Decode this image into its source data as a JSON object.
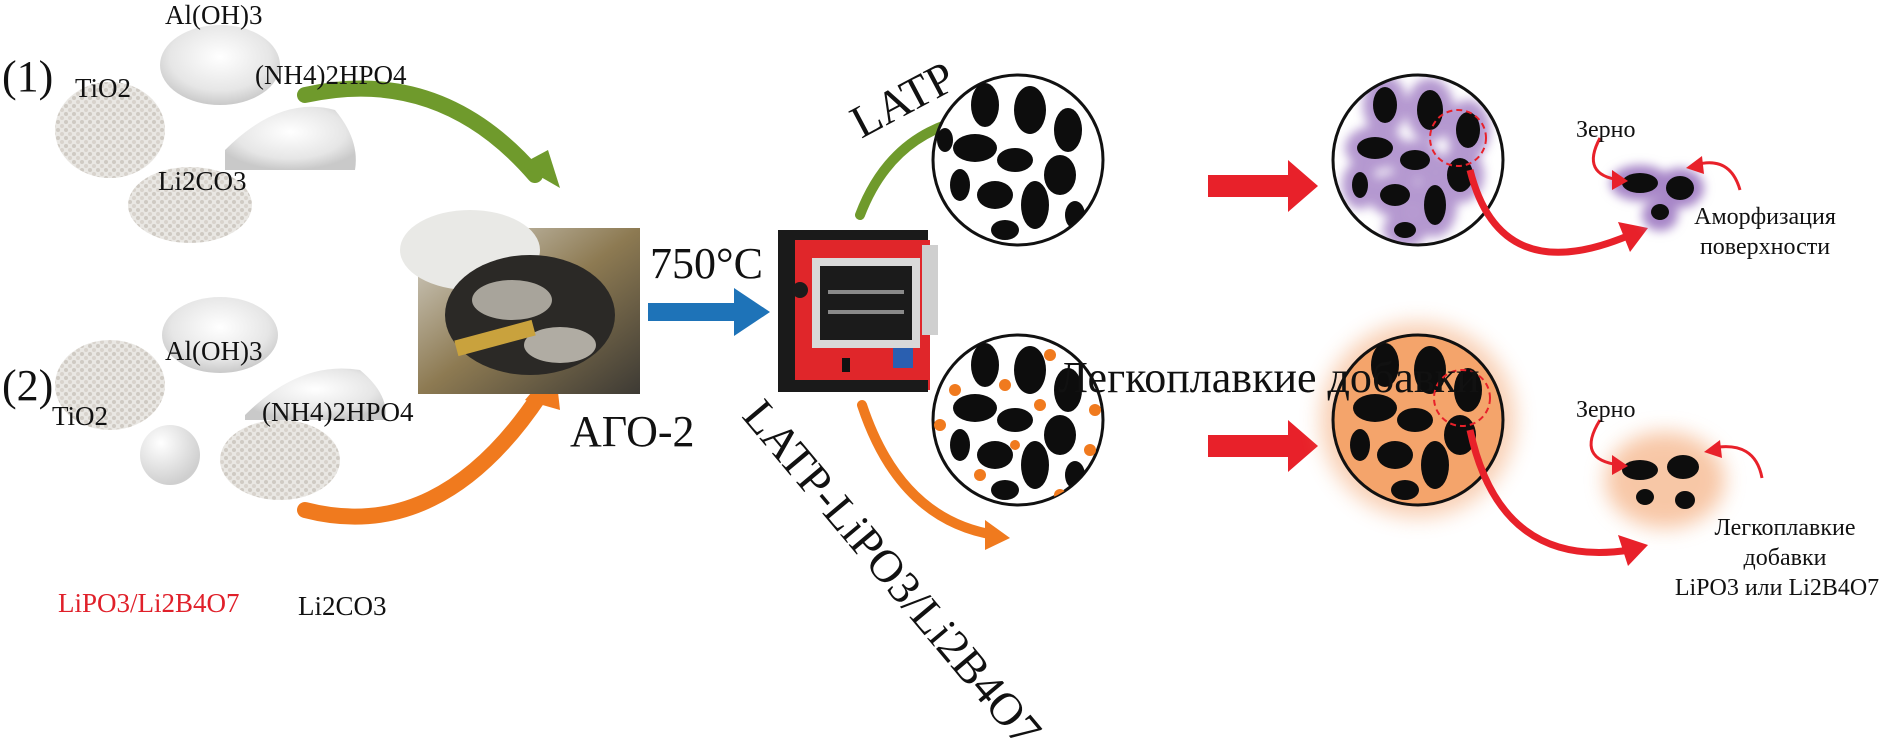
{
  "mixtures": [
    {
      "index": "(1)",
      "components": [
        "Al(OH)3",
        "TiO2",
        "(NH4)2HPO4",
        "Li2CO3"
      ]
    },
    {
      "index": "(2)",
      "components": [
        "Al(OH)3",
        "TiO2",
        "(NH4)2HPO4",
        "LiPO3/Li2B4O7",
        "Li2CO3"
      ]
    }
  ],
  "mill_label": "АГО-2",
  "temperature": "750°C",
  "routes": {
    "top": "LATP",
    "bottom": "LATP-LiPO3/Li2B4O7"
  },
  "additives_header": "Легкоплавкие добавки",
  "top_result": {
    "grain_label": "Зерно",
    "effect_line1": "Аморфизация",
    "effect_line2": "поверхности"
  },
  "bottom_result": {
    "grain_label": "Зерно",
    "effect_line1": "Легкоплавкие",
    "effect_line2": "добавки",
    "effect_line3": "LiPO3 или Li2B4O7"
  },
  "colors": {
    "green_arrow": "#6f9a2c",
    "orange_arrow": "#f07a1e",
    "blue_arrow": "#1e73b8",
    "red_arrow": "#e8212a",
    "furnace_red": "#e0262a",
    "purple_glow": "#b79ccf",
    "orange_glow": "#f29a5e",
    "additive_dot": "#f07a1e"
  }
}
